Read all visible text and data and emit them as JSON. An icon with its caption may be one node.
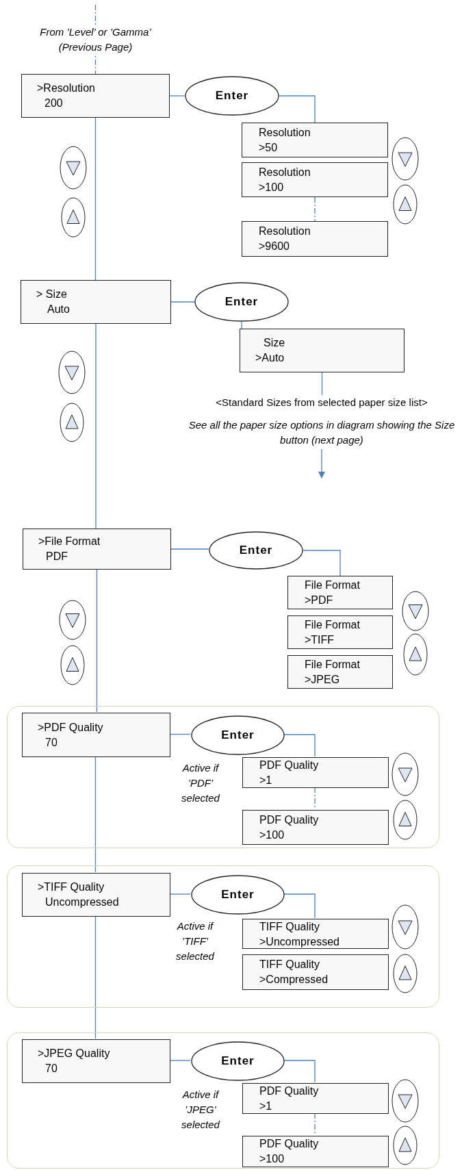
{
  "diagram": {
    "nodes": [
      {
        "text": [
          ">Resolution",
          "200"
        ]
      },
      {
        "text": [
          "Enter"
        ]
      },
      {
        "text": [
          "Resolution",
          ">50"
        ]
      },
      {
        "text": [
          "Resolution",
          ">100"
        ]
      },
      {
        "text": [
          "Resolution",
          ">9600"
        ]
      },
      {
        "text": [
          "> Size",
          "Auto"
        ]
      },
      {
        "text": [
          "Enter"
        ]
      },
      {
        "text": [
          "Size",
          ">Auto"
        ]
      },
      {
        "text": [
          "<Standard Sizes from selected paper size list>"
        ]
      },
      {
        "text": [
          "See all the paper size options in diagram showing the Size button (next page)"
        ]
      },
      {
        "text": [
          ">File Format",
          "PDF"
        ]
      },
      {
        "text": [
          "Enter"
        ]
      },
      {
        "text": [
          "File Format",
          ">PDF"
        ]
      },
      {
        "text": [
          "File Format",
          ">TIFF"
        ]
      },
      {
        "text": [
          "File Format",
          ">JPEG"
        ]
      },
      {
        "text": [],
        "shape": "box"
      },
      {
        "text": [
          ">PDF Quality",
          "70"
        ],
        "in": 15
      },
      {
        "text": [
          "Enter"
        ],
        "in": 15
      },
      {
        "text": [
          "PDF Quality",
          ">1"
        ],
        "in": 15
      },
      {
        "text": [
          "PDF Quality",
          ">100"
        ],
        "in": 15
      },
      {
        "text": [],
        "shape": "box"
      },
      {
        "text": [
          ">TIFF Quality",
          "Uncompressed"
        ],
        "in": 20
      },
      {
        "text": [
          "Enter"
        ],
        "in": 20
      },
      {
        "text": [
          "TIFF Quality",
          ">Uncompressed"
        ],
        "in": 20
      },
      {
        "text": [
          "TIFF Quality",
          ">Compressed"
        ],
        "in": 20
      },
      {
        "text": [],
        "shape": "box"
      },
      {
        "text": [
          ">JPEG Quality",
          "70"
        ],
        "in": 25
      },
      {
        "text": [
          "Enter"
        ],
        "in": 25
      },
      {
        "text": [
          "PDF Quality",
          ">1"
        ],
        "in": 25
      },
      {
        "text": [
          "PDF Quality",
          ">100"
        ],
        "in": 25
      }
    ],
    "edges": [
      {
        "from": null,
        "to": 0,
        "arrow": "none",
        "label": "From ’Level’ or ’Gamma’ (Previous Page)",
        "style": "dashed"
      },
      {
        "from": 0,
        "to": 5,
        "arrow": "none"
      },
      {
        "from": 5,
        "to": 10,
        "arrow": "none"
      },
      {
        "from": 10,
        "to": 16,
        "arrow": "none"
      },
      {
        "from": 16,
        "to": 21,
        "arrow": "none"
      },
      {
        "from": 21,
        "to": 26,
        "arrow": "none"
      },
      {
        "from": 0,
        "to": 1,
        "arrow": "none"
      },
      {
        "from": 1,
        "to": 2,
        "arrow": "none"
      },
      {
        "from": 3,
        "to": 4,
        "arrow": "none",
        "style": "dashed"
      },
      {
        "from": 5,
        "to": 6,
        "arrow": "none"
      },
      {
        "from": 6,
        "to": 7,
        "arrow": "none"
      },
      {
        "from": 7,
        "to": 8,
        "arrow": "none"
      },
      {
        "from": 9,
        "to": null,
        "arrow": "to"
      },
      {
        "from": 10,
        "to": 11,
        "arrow": "none"
      },
      {
        "from": 11,
        "to": 12,
        "arrow": "none"
      },
      {
        "from": 16,
        "to": 17,
        "arrow": "none"
      },
      {
        "from": 17,
        "to": 18,
        "arrow": "none"
      },
      {
        "from": 18,
        "to": 19,
        "arrow": "none",
        "style": "dashed"
      },
      {
        "from": 21,
        "to": 22,
        "arrow": "none"
      },
      {
        "from": 22,
        "to": 23,
        "arrow": "none"
      },
      {
        "from": 26,
        "to": 27,
        "arrow": "none"
      },
      {
        "from": 27,
        "to": 28,
        "arrow": "none"
      },
      {
        "from": 28,
        "to": 29,
        "arrow": "none",
        "style": "dashed"
      }
    ],
    "labels": [
      "Active if ’PDF’ selected",
      "Active if ’TIFF’ selected",
      "Active if ’JPEG’ selected"
    ]
  }
}
